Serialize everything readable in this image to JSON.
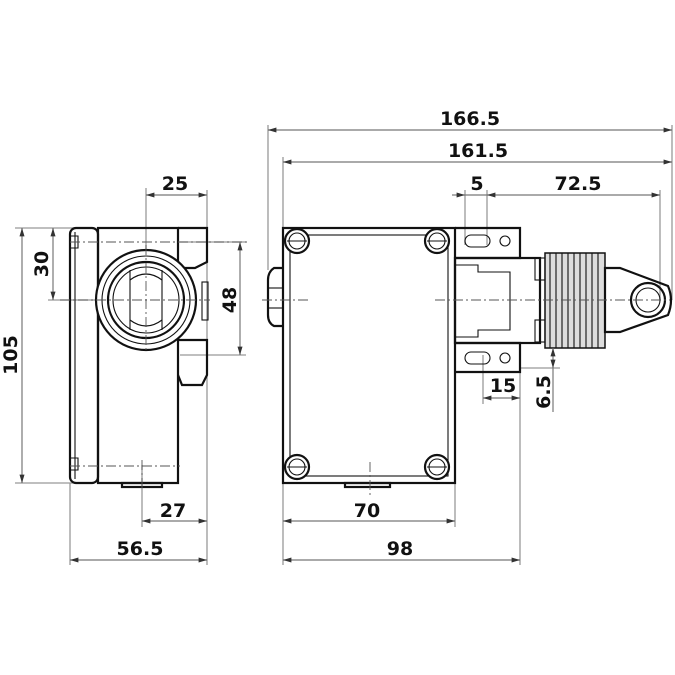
{
  "title": "Rope pull switch dimension drawing",
  "dimensions": {
    "side_view": {
      "top_offset": "25",
      "gland_height": "30",
      "overall_height": "105",
      "boss_height": "48",
      "bottom_offset": "27",
      "overall_depth": "56.5"
    },
    "front_view": {
      "overall_length": "166.5",
      "length_from_body": "161.5",
      "slot_width": "5",
      "head_offset": "72.5",
      "bracket_width": "15",
      "bracket_offset": "6.5",
      "hole_spacing": "70",
      "body_bracket_width": "98"
    }
  },
  "colors": {
    "line": "#111111",
    "dimension": "#777777"
  }
}
